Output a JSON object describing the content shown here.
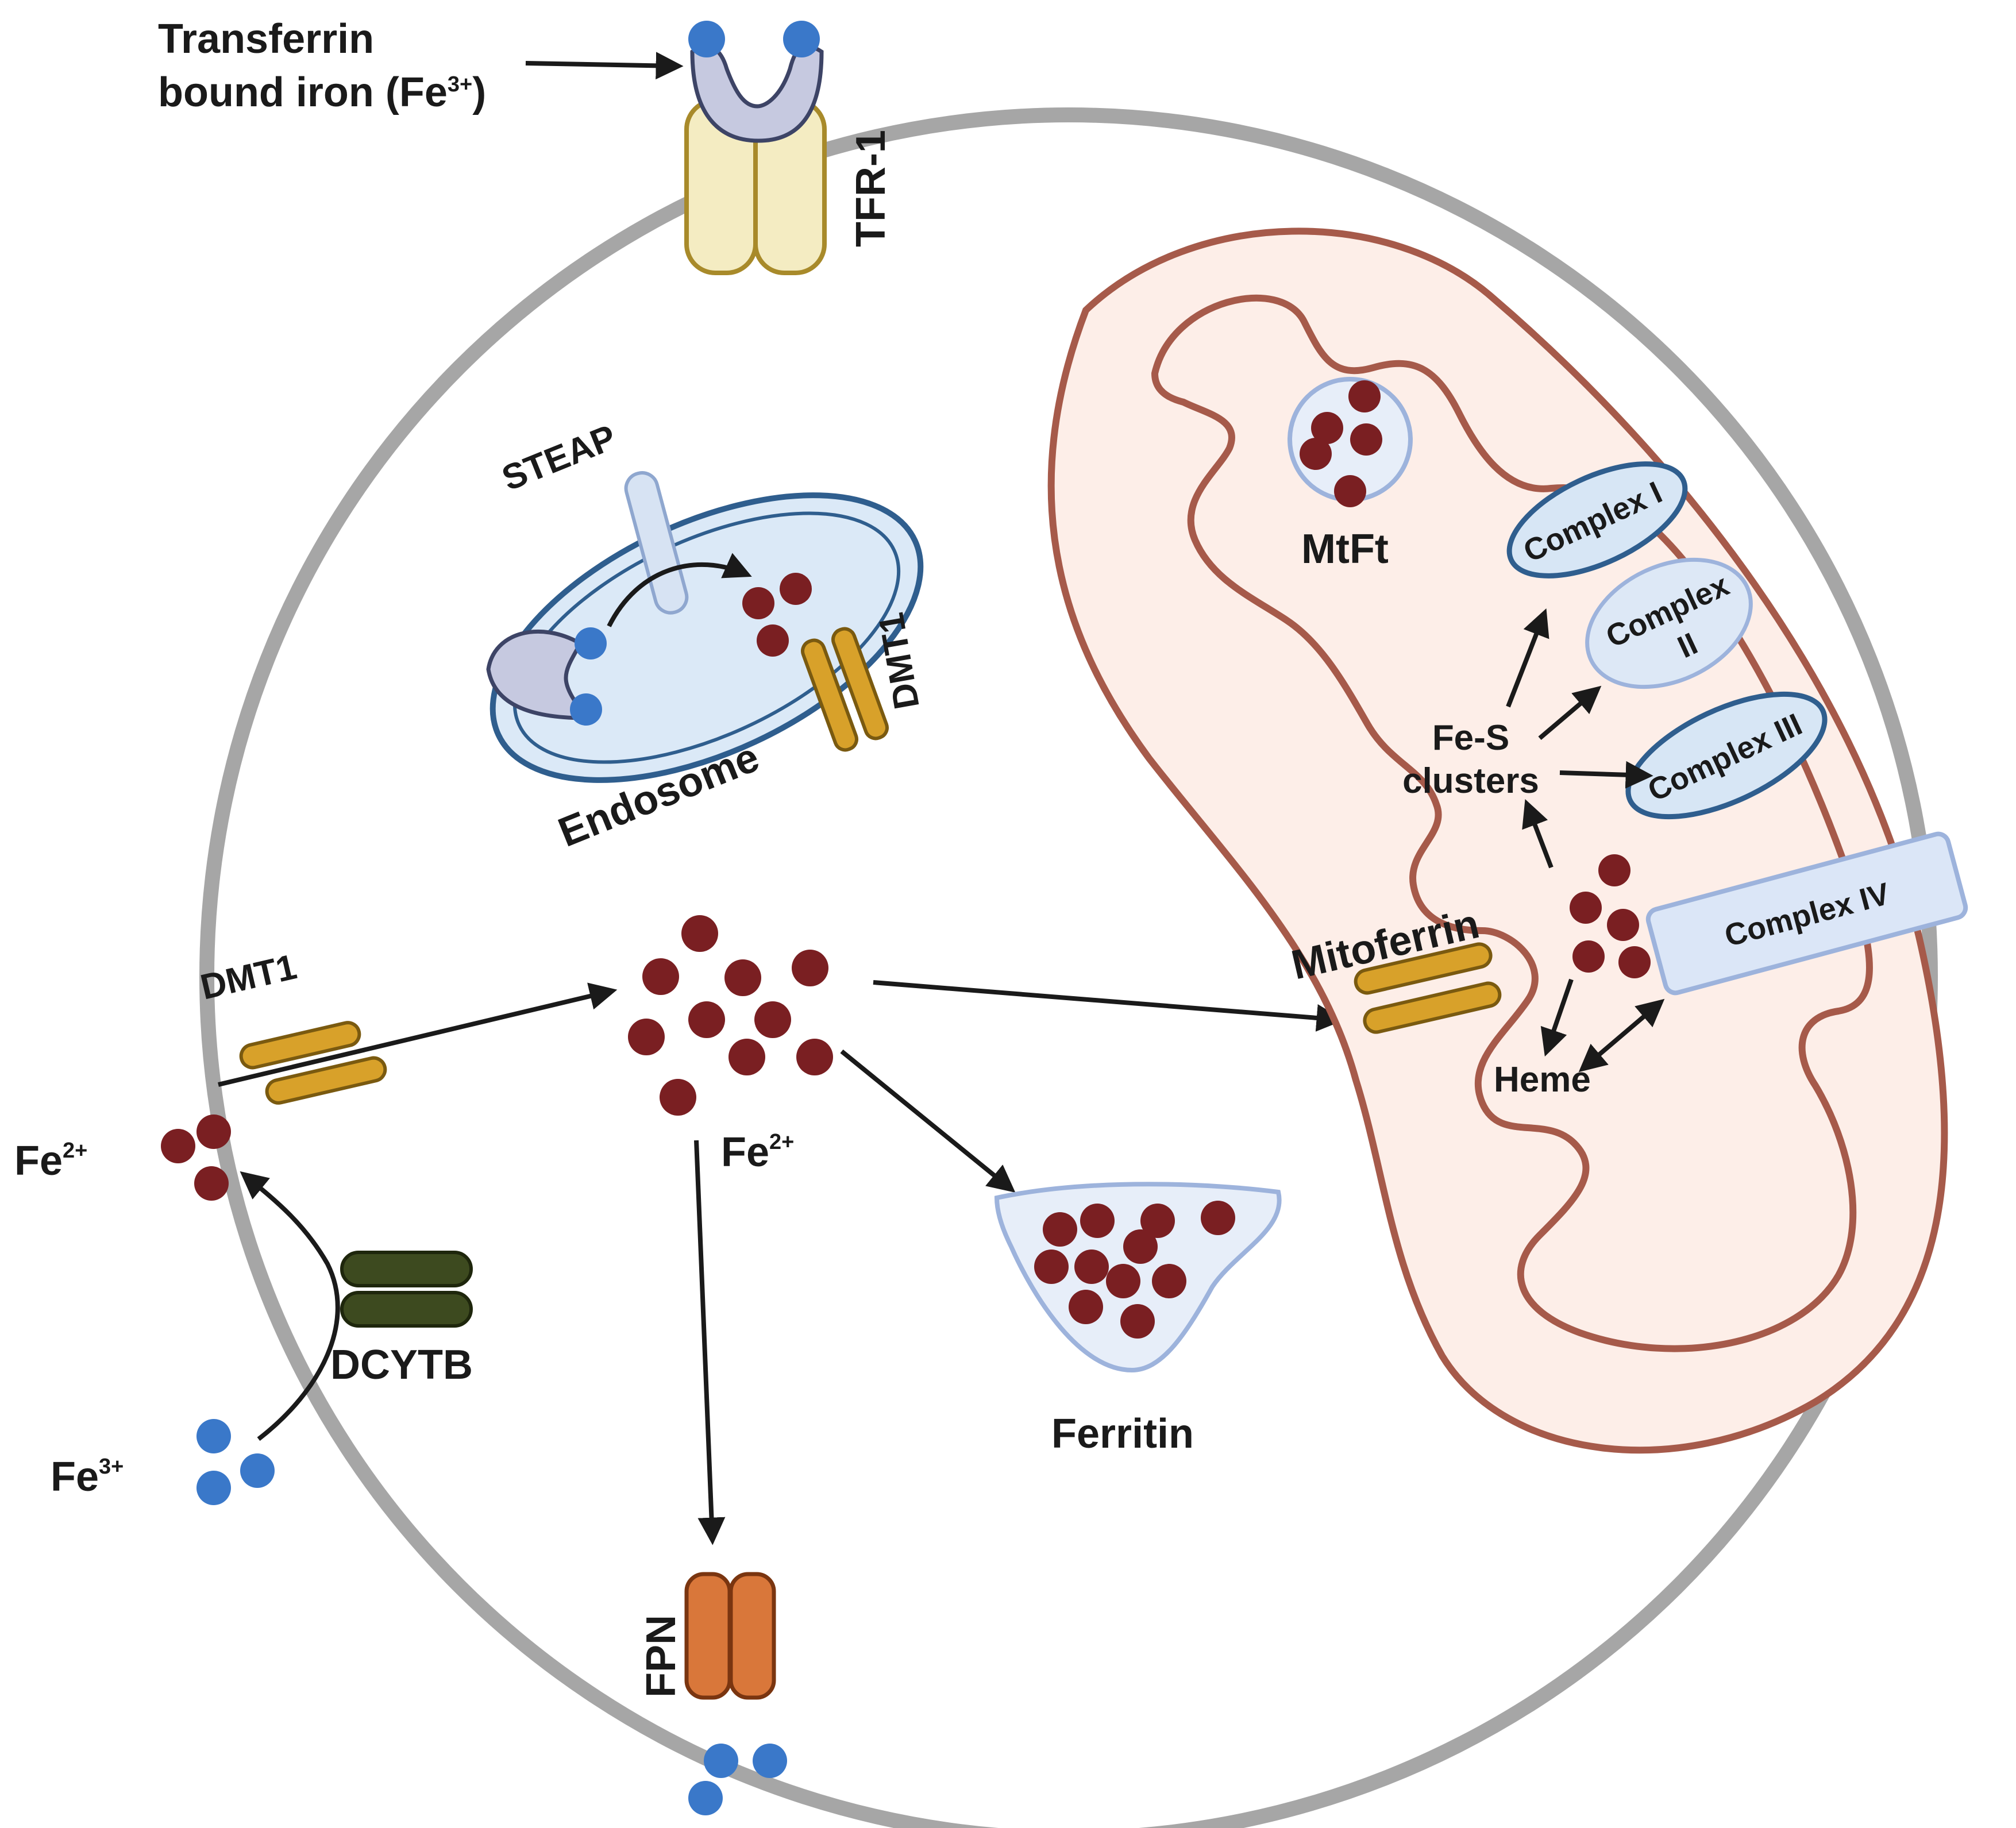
{
  "labels": {
    "transferrin": [
      "Transferrin",
      "bound iron (Fe",
      "3+",
      ")"
    ],
    "tfr1": "TFR-1",
    "steap": "STEAP",
    "dmt1_endo": "DMT1",
    "endosome": "Endosome",
    "dmt1_membrane": "DMT1",
    "fe2_left": [
      "Fe",
      "2+"
    ],
    "dcytb": "DCYTB",
    "fe3_left": [
      "Fe",
      "3+"
    ],
    "fe2_center": [
      "Fe",
      "2+"
    ],
    "ferritin": "Ferritin",
    "fpn": "FPN",
    "mtft": "MtFt",
    "mitoferrin": "Mitoferrin",
    "fes": [
      "Fe-S",
      "clusters"
    ],
    "heme": "Heme",
    "complex1": "Complex I",
    "complex2": [
      "Complex",
      "II"
    ],
    "complex3": "Complex III",
    "complex4": "Complex IV"
  },
  "colors": {
    "cell_membrane": "#a6a6a6",
    "fe3_ion": "#3a78c9",
    "fe2_ion": "#7a1f22",
    "mito_fill": "#fdeee8",
    "mito_stroke": "#a65a4a",
    "transporter_gold": "#d8a12a",
    "dcytb": "#3d4a1f",
    "fpn": "#d9773a",
    "tfr1": "#f4ecc2",
    "transferrin": "#c6c9e0",
    "endosome_fill": "#dbe9f7",
    "complex_fill": "#d7e6f5",
    "complex_stroke": "#2f5e8e"
  }
}
